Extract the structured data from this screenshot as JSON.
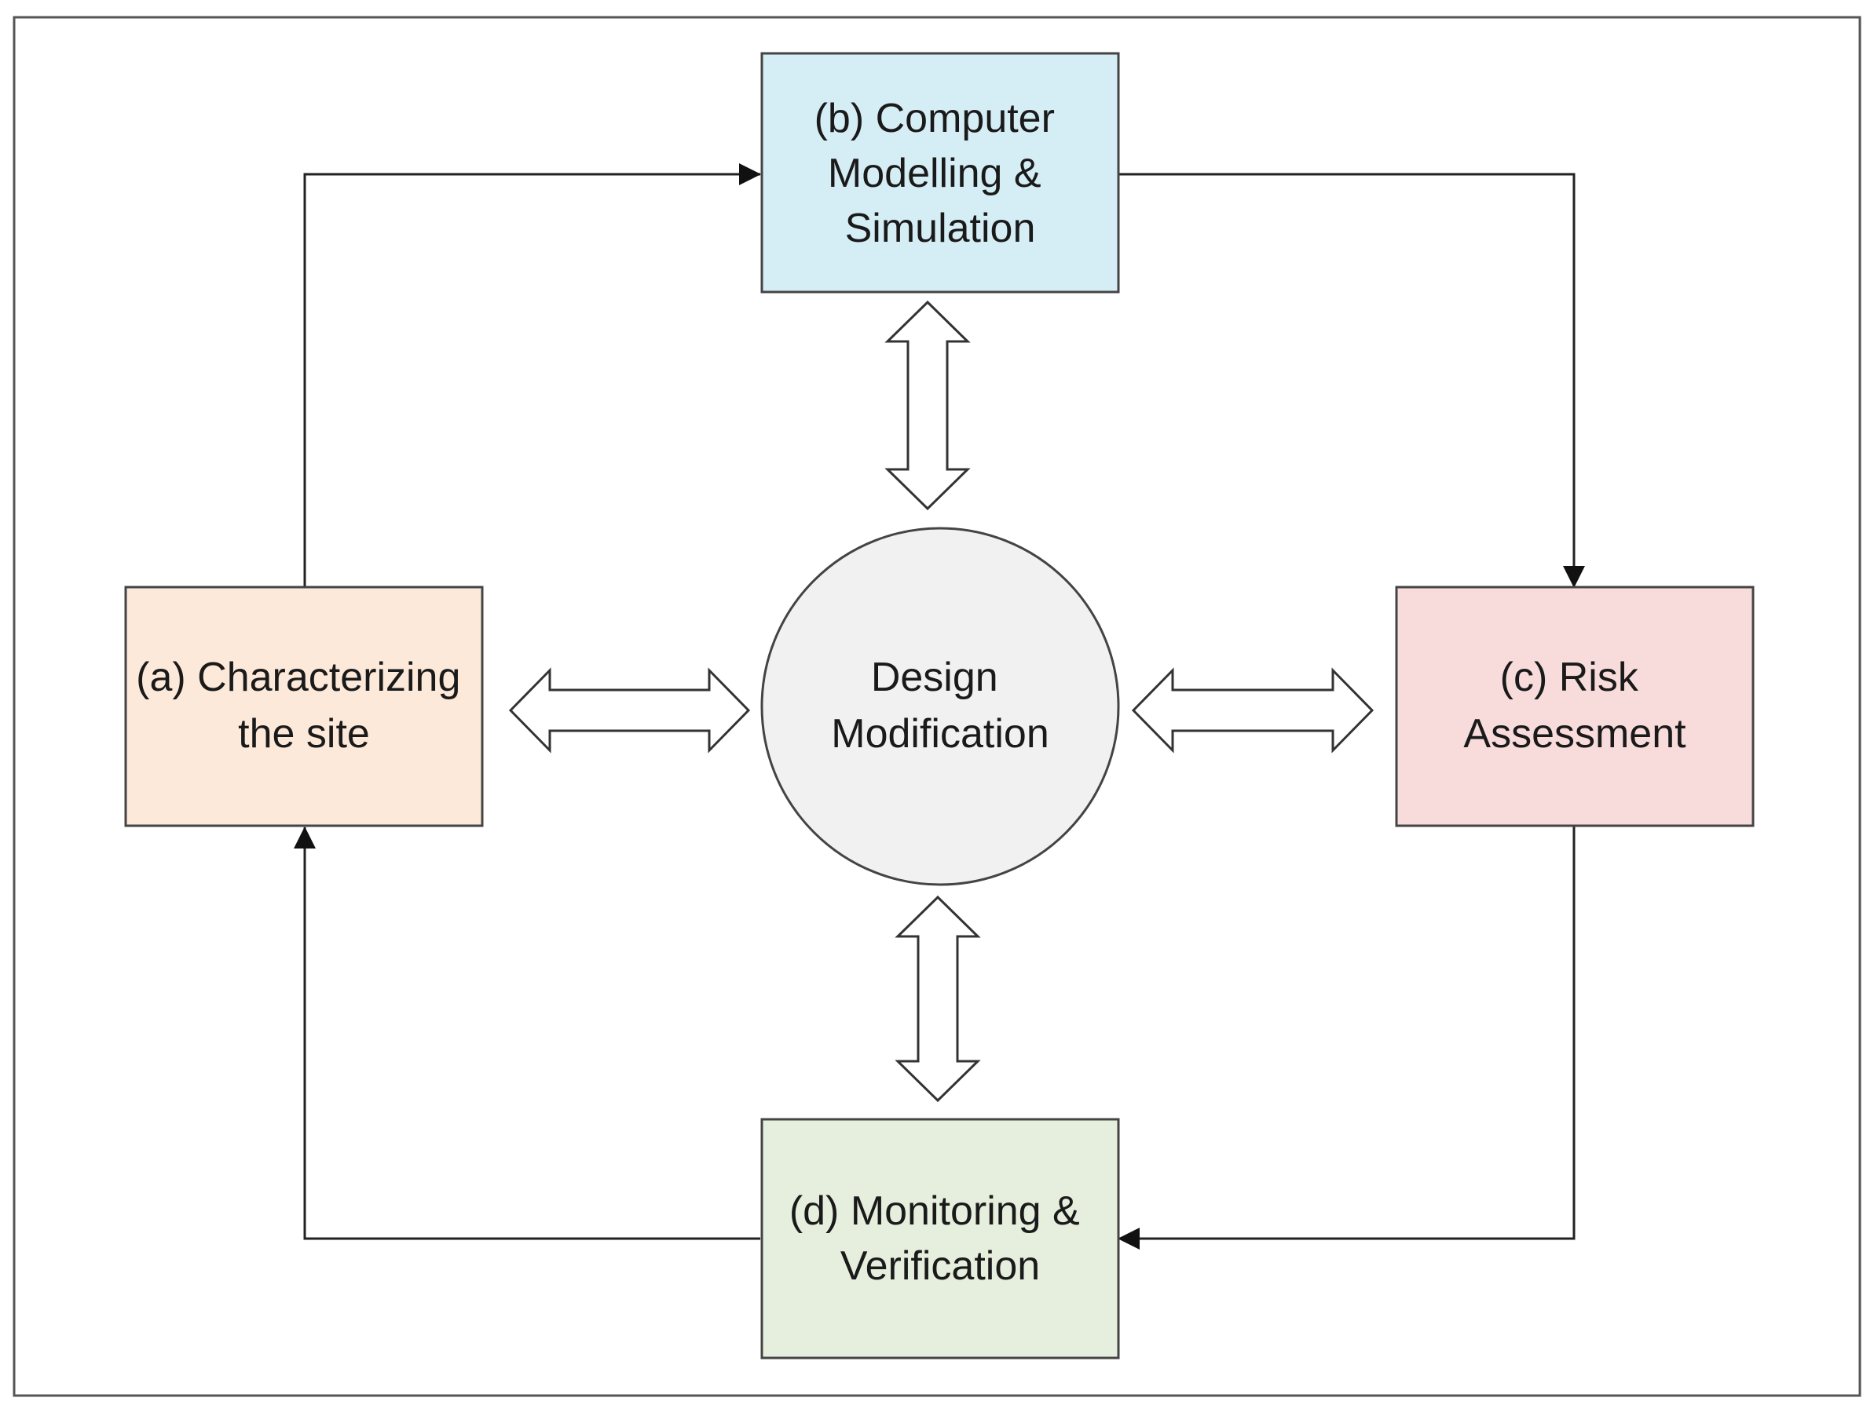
{
  "nodes": {
    "characterizing": {
      "lines": [
        "(a) Characterizing",
        "the site"
      ],
      "fill": "#fde9d9"
    },
    "modelling": {
      "lines": [
        "(b) Computer",
        "Modelling &",
        "Simulation"
      ],
      "fill": "#d5edf5"
    },
    "risk": {
      "lines": [
        "(c) Risk",
        "Assessment"
      ],
      "fill": "#f8dcdb"
    },
    "monitoring": {
      "lines": [
        "(d) Monitoring &",
        "Verification"
      ],
      "fill": "#e6efdd"
    },
    "design": {
      "lines": [
        "Design",
        "Modification"
      ],
      "fill": "#f1f1f1"
    }
  },
  "colors": {
    "stroke": "#333333",
    "arrow_fill": "#ffffff",
    "frame": "#555555"
  }
}
